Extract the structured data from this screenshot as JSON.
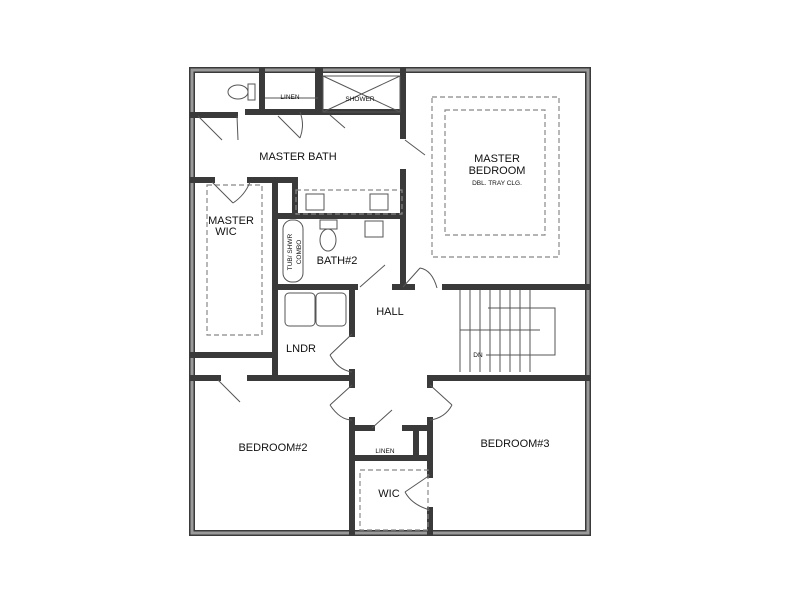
{
  "rooms": {
    "master_bath": "MASTER BATH",
    "master_bedroom_1": "MASTER",
    "master_bedroom_2": "BEDROOM",
    "master_bedroom_note": "DBL. TRAY CLG.",
    "master_wic_1": "MASTER",
    "master_wic_2": "WIC",
    "linen_top": "LINEN",
    "shower": "SHOWER",
    "tub_1": "TUB/ SHWR",
    "tub_2": "COMBO",
    "bath2": "BATH#2",
    "hall": "HALL",
    "lndr": "LNDR",
    "stairs_dn": "DN",
    "bedroom2": "BEDROOM#2",
    "bedroom3": "BEDROOM#3",
    "linen_bottom": "LINEN",
    "wic": "WIC"
  }
}
